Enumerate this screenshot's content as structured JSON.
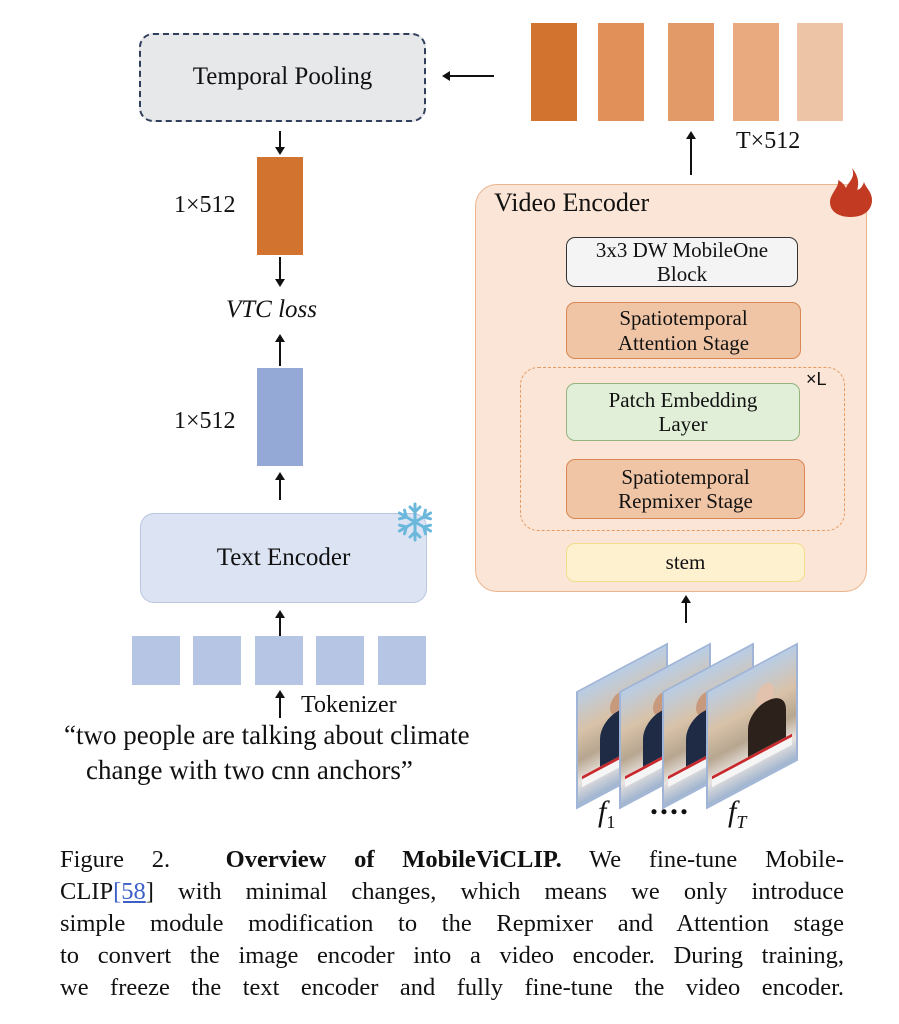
{
  "diagram": {
    "temporal_pooling": {
      "label": "Temporal Pooling"
    },
    "video_features": {
      "dim_label": "T×512",
      "count": 5,
      "colors": [
        "#d27430",
        "#e09058",
        "#e29a68",
        "#e8aa7e",
        "#eec4a6"
      ]
    },
    "pooled_feature": {
      "dim_label": "1×512",
      "color": "#d27430"
    },
    "loss": {
      "label": "VTC loss"
    },
    "text_feature": {
      "dim_label": "1×512",
      "color": "#95a9d7"
    },
    "text_encoder": {
      "label": "Text Encoder",
      "status_icon": "snowflake-icon",
      "status": "frozen"
    },
    "tokens": {
      "count": 5,
      "color": "#b6c5e3"
    },
    "tokenizer": {
      "label": "Tokenizer"
    },
    "input_text": {
      "line1": "“two people are talking about climate",
      "line2": "change with two cnn anchors”"
    },
    "video_encoder": {
      "title": "Video Encoder",
      "status_icon": "fire-icon",
      "status": "trainable",
      "blocks": [
        {
          "line1": "3x3 DW MobileOne",
          "line2": "Block"
        },
        {
          "line1": "Spatiotemporal",
          "line2": "Attention Stage"
        }
      ],
      "repeat_label": "×L",
      "repeat_blocks": [
        {
          "line1": "Patch Embedding",
          "line2": "Layer"
        },
        {
          "line1": "Spatiotemporal",
          "line2": "Repmixer Stage"
        }
      ],
      "stem": "stem"
    },
    "frames": {
      "first_label": "f",
      "first_sub": "1",
      "ellipsis": "....",
      "last_label": "f",
      "last_sub": "T"
    }
  },
  "caption": {
    "prefix": "Figure 2.",
    "title": "Overview of MobileViCLIP.",
    "line1_rest": "We fine-tune Mobile-",
    "line2_a": "CLIP",
    "ref": "[58",
    "line2_b": "] with minimal changes, which means we only introduce",
    "line3": "simple module modification to the Repmixer and Attention stage",
    "line4": "to convert the image encoder into a video encoder. During training,",
    "line5": "we freeze the text encoder and fully fine-tune the video encoder."
  }
}
